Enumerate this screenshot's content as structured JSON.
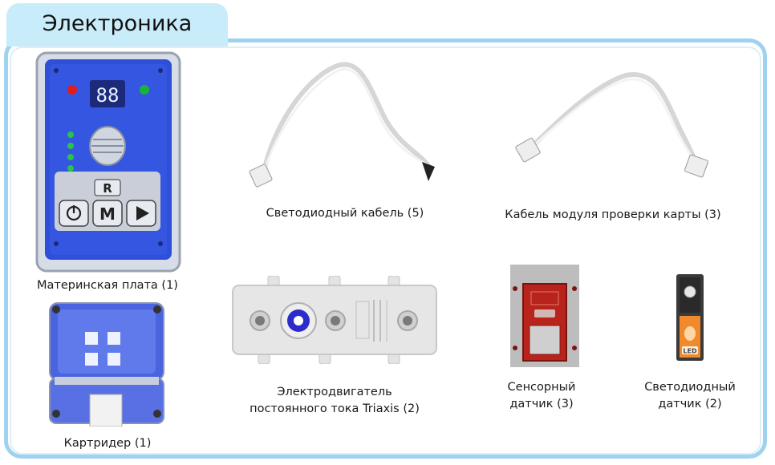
{
  "section": {
    "title": "Электроника"
  },
  "items": [
    {
      "label": "Материнская плата (1)"
    },
    {
      "label": "Картридер (1)"
    },
    {
      "label": "Светодиодный кабель (5)"
    },
    {
      "label": "Кабель модуля проверки карты (3)"
    },
    {
      "label_line1": "Электродвигатель",
      "label_line2": "постоянного тока Triaxis (2)"
    },
    {
      "label_line1": "Сенсорный",
      "label_line2": "датчик (3)"
    },
    {
      "label_line1": "Светодиодный",
      "label_line2": "датчик (2)"
    }
  ],
  "board": {
    "display": "88",
    "button_r": "R",
    "button_m": "M"
  },
  "led_sensor": {
    "badge": "LED"
  },
  "colors": {
    "frame": "#9ed3ef",
    "tab": "#c9ecfa",
    "board": "#2f4fd8",
    "sensor_red": "#b8231c",
    "led_orange": "#f08a2c"
  }
}
